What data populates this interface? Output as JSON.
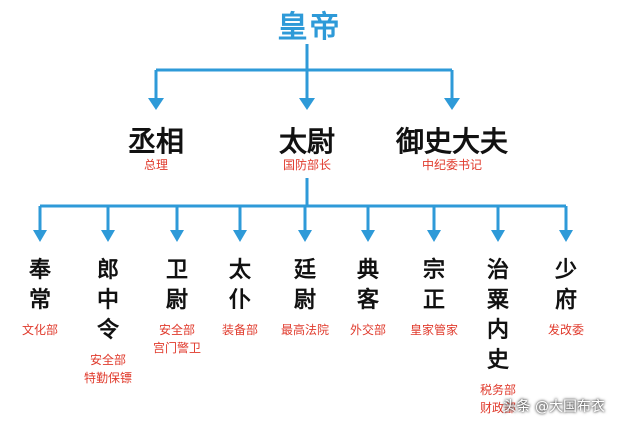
{
  "root": {
    "title": "皇帝"
  },
  "level1": [
    {
      "name": "丞相",
      "modern": "总理"
    },
    {
      "name": "太尉",
      "modern": "国防部长"
    },
    {
      "name": "御史大夫",
      "modern": "中纪委书记"
    }
  ],
  "ministers": [
    {
      "name": "奉常",
      "modern": [
        "文化部"
      ]
    },
    {
      "name": "郎中令",
      "modern": [
        "安全部",
        "特勤保镖"
      ]
    },
    {
      "name": "卫尉",
      "modern": [
        "安全部",
        "宫门警卫"
      ]
    },
    {
      "name": "太仆",
      "modern": [
        "装备部"
      ]
    },
    {
      "name": "廷尉",
      "modern": [
        "最高法院"
      ]
    },
    {
      "name": "典客",
      "modern": [
        "外交部"
      ]
    },
    {
      "name": "宗正",
      "modern": [
        "皇家管家"
      ]
    },
    {
      "name": "治粟内史",
      "modern": [
        "税务部",
        "财政部"
      ]
    },
    {
      "name": "少府",
      "modern": [
        "发改委"
      ]
    }
  ],
  "watermark": "头条 @大国布衣",
  "colors": {
    "arrow": "#2e9ad8",
    "root_text": "#2e9ad8",
    "modern_text": "#e03a2c",
    "name_text": "#111111"
  }
}
